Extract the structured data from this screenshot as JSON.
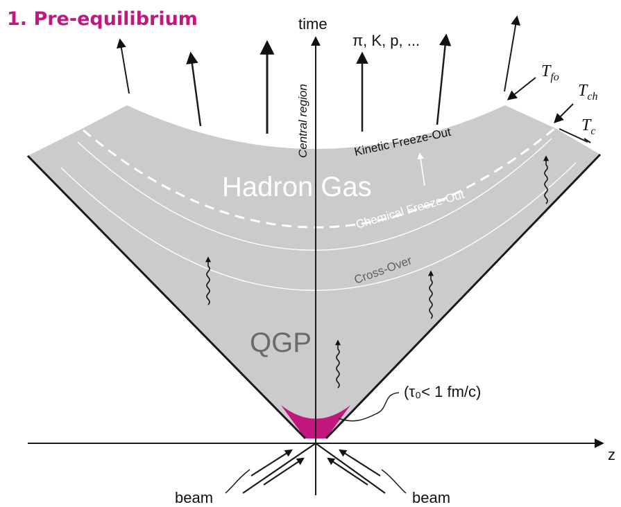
{
  "title": "1. Pre-equilibrium",
  "axes": {
    "time": "time",
    "z": "z",
    "central_region": "Central region"
  },
  "particles": "π, K, p, ...",
  "regions": {
    "hadron_gas": "Hadron Gas",
    "qgp": "QGP"
  },
  "curves": {
    "kinetic_freeze_out": "Kinetic Freeze-Out",
    "chemical_freeze_out": "Chemical Freeze-Out",
    "cross_over": "Cross-Over"
  },
  "temperatures": {
    "fo": {
      "symbol": "T",
      "sub": "fo"
    },
    "ch": {
      "symbol": "T",
      "sub": "ch"
    },
    "c": {
      "symbol": "T",
      "sub": "c"
    }
  },
  "tau0_label": "(τ₀< 1 fm/c)",
  "beam_left": "beam",
  "beam_right": "beam",
  "colors": {
    "title": "#c2177f",
    "pre_equilibrium": "#c2177f",
    "medium": "#cbcbcb",
    "line": "#1a1a1a"
  }
}
